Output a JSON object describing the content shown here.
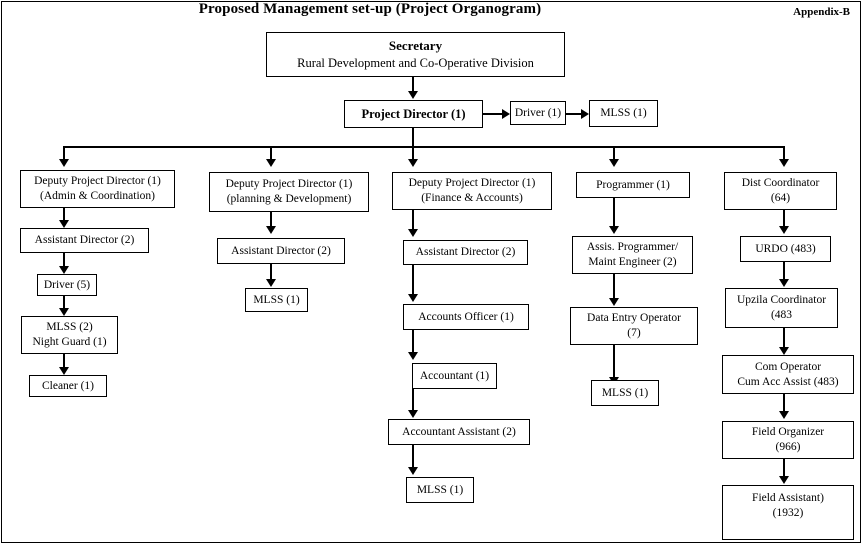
{
  "header": {
    "title": "Proposed Management set-up (Project Organogram)",
    "appendix": "Appendix-B"
  },
  "nodes": {
    "secretary": {
      "line1": "Secretary",
      "line2": "Rural Development and Co-Operative Division"
    },
    "project_director": {
      "line1": "Project Director (1)"
    },
    "pd_driver": {
      "line1": "Driver (1)"
    },
    "pd_mlss": {
      "line1": "MLSS (1)"
    },
    "c1_head": {
      "line1": "Deputy Project Director (1)",
      "line2": "(Admin & Coordination)"
    },
    "c1_asst_director": {
      "line1": "Assistant Director (2)"
    },
    "c1_driver": {
      "line1": "Driver (5)"
    },
    "c1_mlss": {
      "line1": "MLSS (2)",
      "line2": "Night Guard (1)"
    },
    "c1_cleaner": {
      "line1": "Cleaner (1)"
    },
    "c2_head": {
      "line1": "Deputy Project Director (1)",
      "line2": "(planning & Development)"
    },
    "c2_asst_director": {
      "line1": "Assistant Director (2)"
    },
    "c2_mlss": {
      "line1": "MLSS (1)"
    },
    "c3_head": {
      "line1": "Deputy Project Director (1)",
      "line2": "(Finance & Accounts)"
    },
    "c3_asst_director": {
      "line1": "Assistant Director (2)"
    },
    "c3_accounts_officer": {
      "line1": "Accounts Officer (1)"
    },
    "c3_accountant": {
      "line1": "Accountant (1)"
    },
    "c3_accountant_assistant": {
      "line1": "Accountant Assistant (2)"
    },
    "c3_mlss": {
      "line1": "MLSS (1)"
    },
    "c4_head": {
      "line1": "Programmer (1)"
    },
    "c4_assis_programmer": {
      "line1": "Assis. Programmer/",
      "line2": "Maint Engineer (2)"
    },
    "c4_data_entry": {
      "line1": "Data Entry Operator",
      "line2": "(7)"
    },
    "c4_mlss": {
      "line1": "MLSS (1)"
    },
    "c5_head": {
      "line1": "Dist Coordinator",
      "line2": "(64)"
    },
    "c5_urdo": {
      "line1": "URDO (483)"
    },
    "c5_upzila": {
      "line1": "Upzila Coordinator",
      "line2": "(483"
    },
    "c5_com_operator": {
      "line1": "Com Operator",
      "line2": "Cum Acc Assist (483)"
    },
    "c5_field_organizer": {
      "line1": "Field Organizer",
      "line2": "(966)"
    },
    "c5_field_assistant": {
      "line1": "Field Assistant)",
      "line2": "(1932)"
    }
  },
  "colors": {
    "line": "#000000",
    "box_fill": "#ffffff",
    "text": "#000000"
  }
}
